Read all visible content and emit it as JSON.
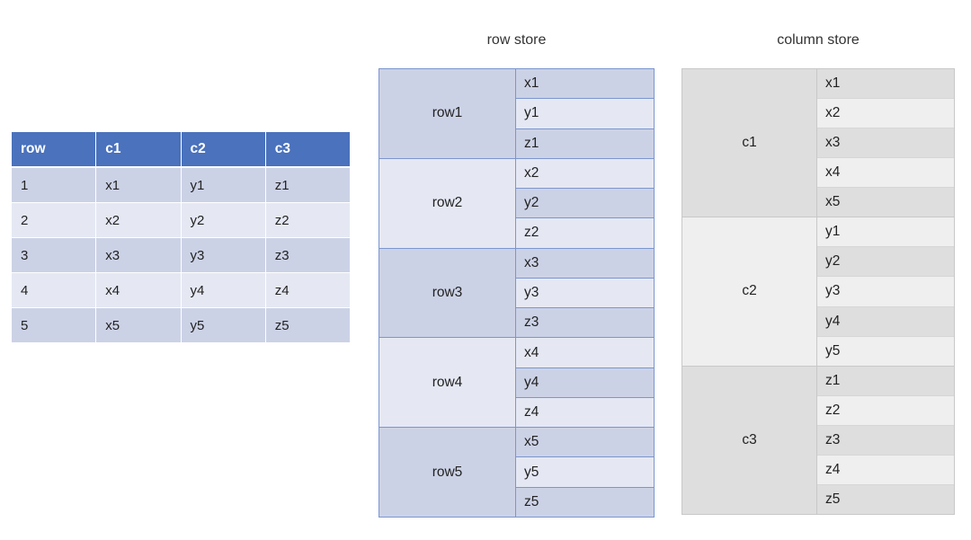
{
  "source_table": {
    "name": "source-relational-table",
    "headers": [
      "row",
      "c1",
      "c2",
      "c3"
    ],
    "header_bg": "#4a72bd",
    "header_text_color": "#ffffff",
    "row_bg_odd": "#ccd2e6",
    "row_bg_even": "#e5e8f3",
    "rows": [
      [
        "1",
        "x1",
        "y1",
        "z1"
      ],
      [
        "2",
        "x2",
        "y2",
        "z2"
      ],
      [
        "3",
        "x3",
        "y3",
        "z3"
      ],
      [
        "4",
        "x4",
        "y4",
        "z4"
      ],
      [
        "5",
        "x5",
        "y5",
        "z5"
      ]
    ]
  },
  "row_store": {
    "title": "row store",
    "border_color": "#7b96ce",
    "tone_dark": "#ccd2e6",
    "tone_light": "#e5e8f3",
    "groups": [
      {
        "label": "row1",
        "cells": [
          "x1",
          "y1",
          "z1"
        ]
      },
      {
        "label": "row2",
        "cells": [
          "x2",
          "y2",
          "z2"
        ]
      },
      {
        "label": "row3",
        "cells": [
          "x3",
          "y3",
          "z3"
        ]
      },
      {
        "label": "row4",
        "cells": [
          "x4",
          "y4",
          "z4"
        ]
      },
      {
        "label": "row5",
        "cells": [
          "x5",
          "y5",
          "z5"
        ]
      }
    ]
  },
  "column_store": {
    "title": "column store",
    "border_color": "#c8c8c8",
    "tone_dark": "#dedede",
    "tone_light": "#efefef",
    "groups": [
      {
        "label": "c1",
        "cells": [
          "x1",
          "x2",
          "x3",
          "x4",
          "x5"
        ]
      },
      {
        "label": "c2",
        "cells": [
          "y1",
          "y2",
          "y3",
          "y4",
          "y5"
        ]
      },
      {
        "label": "c3",
        "cells": [
          "z1",
          "z2",
          "z3",
          "z4",
          "z5"
        ]
      }
    ]
  }
}
